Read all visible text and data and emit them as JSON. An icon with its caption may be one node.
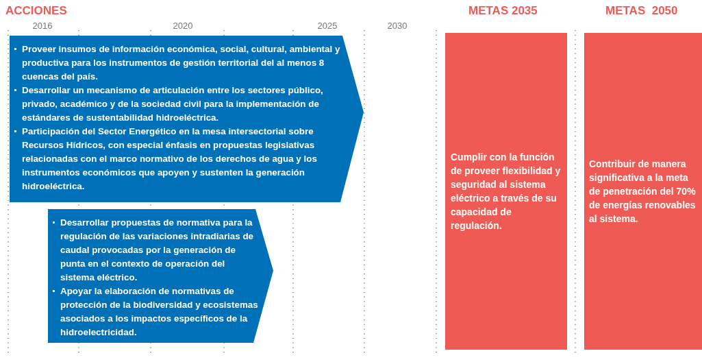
{
  "diagram": {
    "nodes": [
      {
        "text": [
          "Proveer insumos de información económica, social, cultural, ambiental y productiva para los instrumentos de gestión territorial del al menos 8 cuencas del país.",
          "Desarrollar un mecanismo de articulación entre los sectores público, privado, académico y de la sociedad civil para la implementación de estándares de sustentabilidad hidroeléctrica.",
          "Participación del Sector Energético en la mesa intersectorial sobre Recursos Hídricos, con especial énfasis en propuestas legislativas relacionadas con el marco normativo de los derechos de agua y los instrumentos económicos que apoyen y sustenten la generación hidroeléctrica."
        ]
      },
      {
        "text": [
          "Desarrollar propuestas de normativa para la regulación de las variaciones intradiarias de caudal provocadas por la generación de punta en el contexto de operación del sistema eléctrico.",
          "Apoyar la elaboración de normativas de protección de la biodiversidad y ecosistemas asociados a los impactos específicos de la hidroelectricidad."
        ]
      },
      {
        "text": [
          "Cumplir con la función de proveer flexibilidad y seguridad al sistema eléctrico a través de su capacidad de regulación."
        ]
      },
      {
        "text": [
          "Contribuir de manera significativa a la meta de penetración del 70% de energías renovables al sistema."
        ]
      }
    ],
    "edges": [],
    "labels": [
      "ACCIONES",
      "METAS 2035",
      "METAS  2050",
      "2016",
      "2020",
      "2025",
      "2030"
    ]
  }
}
